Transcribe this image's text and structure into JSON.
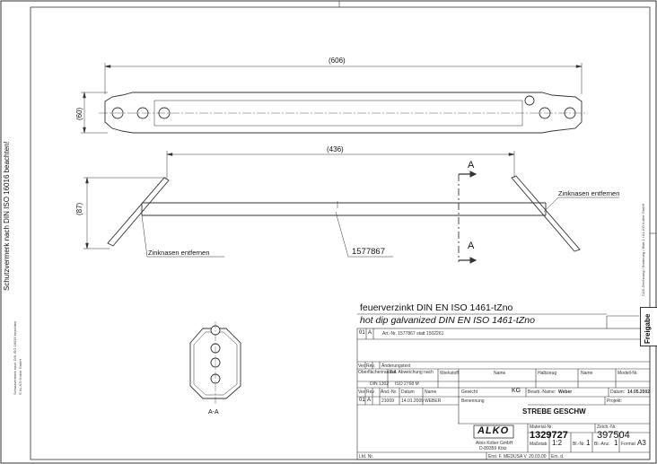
{
  "side_notes": {
    "left_main": "Schutzvermerk nach DIN ISO 16016 beachten!",
    "left_sub1": "Schutzvermerk nach DIN ISO 16016 beachten",
    "left_sub2": "© AL-KO Kober GmbH",
    "right_note": "CAD-Zeichnung / Änderung / Blatt 1 / AL-KO Kober GmbH"
  },
  "dimensions": {
    "length_top": "(606)",
    "height_top": "(60)",
    "length_side": "(436)",
    "height_side": "(87)"
  },
  "annotations": {
    "zinc_right": "Zinknasen entfernen",
    "zinc_left": "Zinknasen entfernen",
    "part_number": "1577867",
    "section_mark_top": "A",
    "section_mark_bottom": "A",
    "section_label": "A-A"
  },
  "finish": {
    "german": "feuerverzinkt DIN EN ISO 1461-tZno",
    "english": "hot dip galvanized DIN EN ISO 1461-tZno"
  },
  "freigabe": "Freigabe",
  "title_block": {
    "rev_index": "01",
    "rev_letter": "A",
    "rev_note": "Art.-Nr. 1577867 statt 1502261",
    "col_rev": "Ver.",
    "col_index": "Rev.",
    "col_aend": "Änderungstext",
    "surface_label": "Oberflächenrauheit",
    "tolerance_label": "Zul. Abweichung nach",
    "din1302": "DIN 1302",
    "iso2768": "ISO 2768 M",
    "werkstoff": "Werkstoff",
    "name": "Name",
    "halbzeug": "Halbzeug",
    "name2": "Name",
    "modell": "Modell-Nr.",
    "aend_nr": "Änd.-Nr.",
    "datum": "Datum",
    "gewicht": "Gewicht",
    "kg": "KG",
    "bearb": "Bearb.-Name:",
    "bearb_name": "Weber",
    "datum_label": "Datum:",
    "datum_value": "14.05.2002",
    "project": "Projekt:",
    "row_idx": "01",
    "row_letter": "A",
    "row_aend": "21009",
    "row_date": "14.01.2009",
    "row_name": "WEBER",
    "benennung": "Benennung",
    "title": "STREBE GESCHW",
    "company": "Alois Kober GmbH",
    "city": "D-89359 Kötz",
    "logo": "ALKO",
    "material_label": "Material-Nr.",
    "material_no": "1329727",
    "zeich_label": "Zeich.-Nr.",
    "zeich_no": "397504",
    "massstab": "Maßstab",
    "scale": "1:2",
    "blatt_label": "Bl.-Nr.",
    "blatt": "1",
    "bl_anz_label": "Bl.-Anz.",
    "bl_anz": "1",
    "format_label": "Format",
    "format": "A3",
    "erst": "Erst. F. MEDUSA V. 20.03.00",
    "ers_label": "Ers. d.",
    "lfd": "Lfd. Nr."
  }
}
